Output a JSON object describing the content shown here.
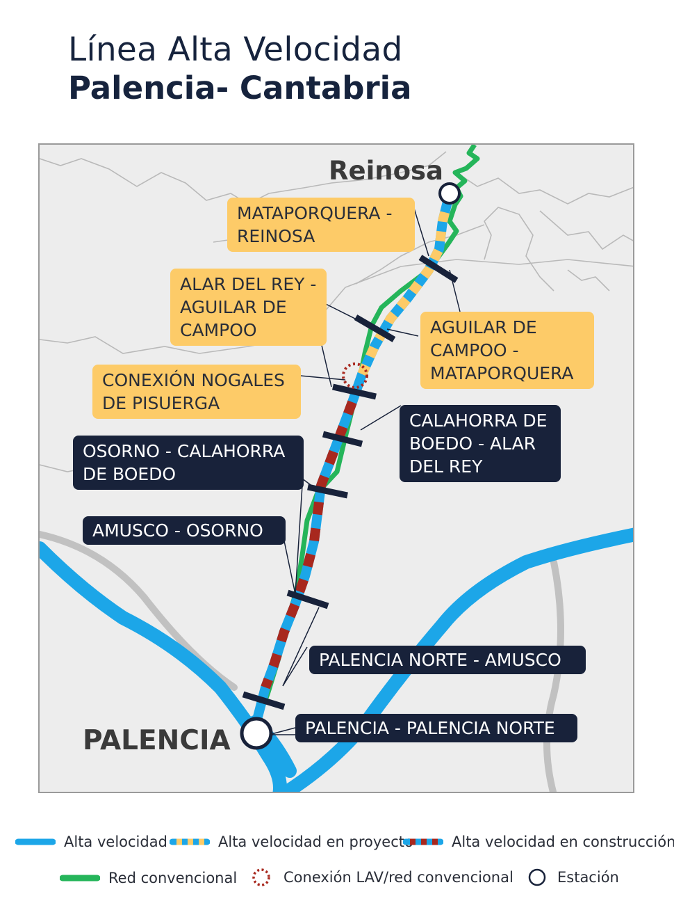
{
  "title": {
    "line1": "Línea Alta Velocidad",
    "line2": "Palencia- Cantabria"
  },
  "cities": {
    "reinosa": "Reinosa",
    "palencia": "PALENCIA"
  },
  "sections": {
    "mataporquera_reinosa": "MATAPORQUERA -\nREINOSA",
    "alar_aguilar": "ALAR DEL REY -\nAGUILAR DE\nCAMPOO",
    "aguilar_mataporquera": "AGUILAR DE\nCAMPOO -\nMATAPORQUERA",
    "conexion_nogales": "CONEXIÓN NOGALES\nDE PISUERGA",
    "calahorra_alar": "CALAHORRA DE\nBOEDO - ALAR\nDEL REY",
    "osorno_calahorra": "OSORNO - CALAHORRA\nDE BOEDO",
    "amusco_osorno": "AMUSCO - OSORNO",
    "palencia_norte_amusco": "PALENCIA NORTE - AMUSCO",
    "palencia_palencia_norte": "PALENCIA - PALENCIA NORTE"
  },
  "legend": {
    "alta_velocidad": "Alta velocidad",
    "en_proyecto": "Alta velocidad en proyecto",
    "en_construccion": "Alta velocidad en construcción",
    "red_convencional": "Red convencional",
    "conexion": "Conexión LAV/red convencional",
    "estacion": "Estación"
  },
  "colors": {
    "alta_velocidad": "#1ca6e8",
    "proyecto": "#fdcb68",
    "construccion": "#a8281e",
    "convencional": "#25b55a",
    "navy": "#18223a",
    "map_bg": "#ededed"
  },
  "icons": [
    "station-circle-icon",
    "connection-dotted-circle-icon"
  ]
}
